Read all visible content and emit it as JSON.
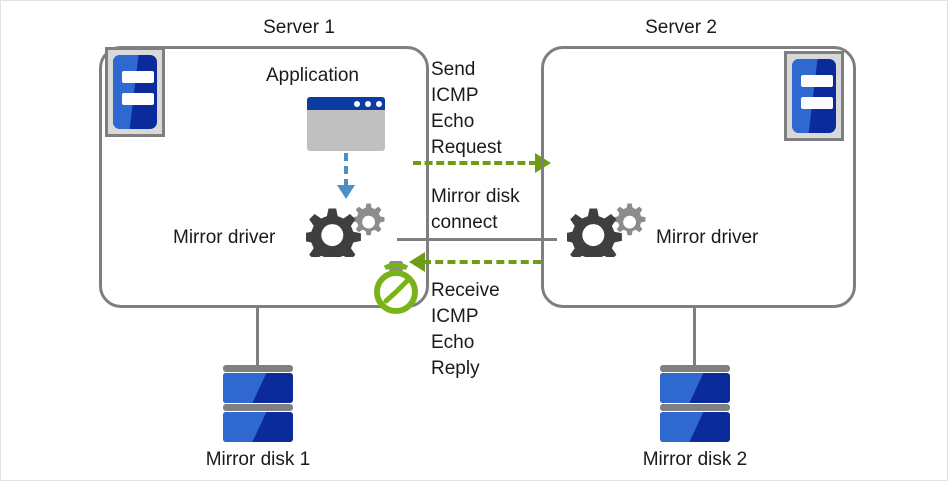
{
  "diagram": {
    "title_server1": "Server 1",
    "title_server2": "Server 2",
    "application_label": "Application",
    "mirror_driver_left": "Mirror driver",
    "mirror_driver_right": "Mirror driver",
    "mirror_disk_1": "Mirror disk 1",
    "mirror_disk_2": "Mirror disk 2",
    "send_request": "Send\nICMP\nEcho\nRequest",
    "send_request_lines": [
      "Send",
      "ICMP",
      "Echo",
      "Request"
    ],
    "mirror_disk_connect": "Mirror disk\nconnect",
    "mirror_disk_connect_lines": [
      "Mirror disk",
      "connect"
    ],
    "receive_reply": "Receive\nICMP\nEcho\nReply",
    "receive_reply_lines": [
      "Receive",
      "ICMP",
      "Echo",
      "Reply"
    ]
  },
  "icons": {
    "server1": "server-icon",
    "server2": "server-icon",
    "application": "application-window-icon",
    "gears_left": "gears-icon",
    "gears_right": "gears-icon",
    "stopwatch": "stopwatch-icon",
    "disk1": "disk-stack-icon",
    "disk2": "disk-stack-icon",
    "arrow_request": "arrow-right-dashed-icon",
    "arrow_reply": "arrow-left-dashed-icon",
    "arrow_app_to_driver": "arrow-down-dashed-icon"
  },
  "colors": {
    "border_gray": "#7f7f7f",
    "green_accent": "#6f9c15",
    "green_stopwatch": "#7ab317",
    "blue_dark": "#0b2b9c",
    "blue_light": "#2f68d0",
    "blue_titlebar": "#0b3ca0",
    "blue_dashed": "#4a90c4",
    "gear_dark": "#3f3f3f",
    "gear_light": "#8c8c8c",
    "icon_bg_gray": "#d9d9d9",
    "window_body_gray": "#c0c0c0",
    "text": "#1a1a1a"
  }
}
